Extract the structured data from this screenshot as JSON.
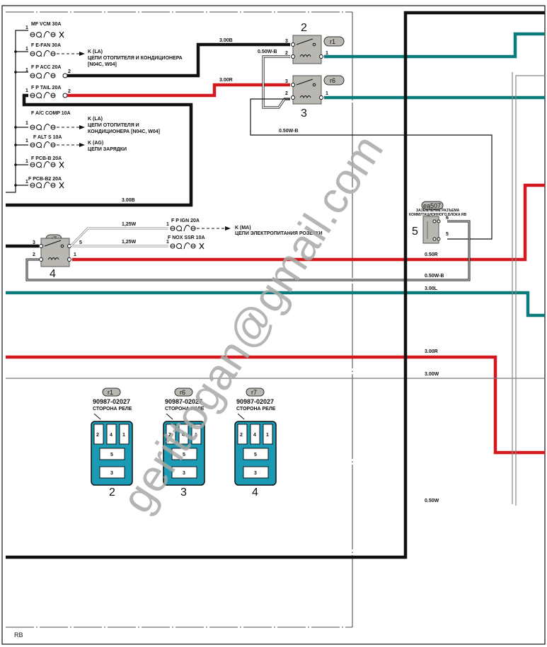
{
  "page": {
    "section_code": "RB",
    "watermark": "gerittogan@gmail.com"
  },
  "colors": {
    "wire_black": "#111111",
    "wire_red": "#d4181f",
    "wire_teal": "#0a7b7a",
    "wire_white": "#ffffff",
    "relay_body": "#b9b7b1",
    "connector_fill": "#1a9ab5",
    "watermark": "#a8aaa6"
  },
  "fuses": [
    {
      "name": "MF VCM 30A",
      "pin": "1",
      "end": "X",
      "target_code": "",
      "target_desc": ""
    },
    {
      "name": "F E-FAN 30A",
      "pin": "1",
      "end": "arrow",
      "target_code": "K (LA)",
      "target_desc": "ЦЕПИ ОТОПИТЕЛЯ И КОНДИЦИОНЕРА",
      "target_desc2": "[N04C, W04]"
    },
    {
      "name": "F P ACC 20A",
      "pin": "1",
      "pin_out": "2",
      "end": "wire"
    },
    {
      "name": "F P TAIL 20A",
      "pin": "1",
      "pin_out": "2",
      "end": "wire"
    },
    {
      "name": "F A/C COMP 10A",
      "pin": "1",
      "end": "arrow",
      "target_code": "K (LA)",
      "target_desc": "ЦЕПИ ОТОПИТЕЛЯ И",
      "target_desc2": "КОНДИЦИОНЕРА [N04C, W04]"
    },
    {
      "name": "F ALT S 10A",
      "pin": "1",
      "end": "arrow",
      "target_code": "K (AG)",
      "target_desc": "ЦЕПИ ЗАРЯДКИ"
    },
    {
      "name": "F PCB-B 20A",
      "pin": "1",
      "end": "X"
    },
    {
      "name": "F PCB-B2 20A",
      "pin": "1",
      "end": "X"
    },
    {
      "name": "F P IGN 20A",
      "pin": "1",
      "end": "arrow",
      "target_code": "K (MA)",
      "target_desc": "ЦЕПИ ЭЛЕКТРОПИТАНИЯ РОЗЕТКИ"
    },
    {
      "name": "F NOX SSR 10A",
      "pin": "1",
      "end": "X"
    }
  ],
  "relays": [
    {
      "id": "r1",
      "number": "2",
      "pins": [
        "3",
        "2",
        "1"
      ]
    },
    {
      "id": "r6",
      "number": "3",
      "pins": [
        "3",
        "2",
        "1"
      ]
    },
    {
      "id": "r7",
      "number": "4",
      "pins": [
        "3",
        "2",
        "5",
        "1"
      ]
    }
  ],
  "ground": {
    "id": "ea507",
    "number": "5",
    "desc1": "ЗАЗЕМЛЕНИЕ РАЗЪЕМА",
    "desc2": "КОММУТАЦИОННОГО БЛОКА RB",
    "pins": [
      "6",
      "5"
    ]
  },
  "wire_labels": {
    "w_3_00B_top": "3.00B",
    "w_050WB_r1": "0.50W-B",
    "w_3_00R_r6": "3.00R",
    "w_050WB_low": "0.50W-B",
    "w_3_00B_bottom": "3.00B",
    "w_125W_a": "1,25W",
    "w_125W_b": "1,25W",
    "w_050R": "0.50R",
    "w_050WB_right": "0.50W-B",
    "w_300L": "3.00L",
    "w_300R": "3.00R",
    "w_300W": "3.00W",
    "w_050W": "0.50W"
  },
  "connectors": [
    {
      "tag": "r1",
      "part": "90987-02027",
      "side": "СТОРОНА РЕЛЕ",
      "number": "2",
      "cells": [
        "2",
        "4",
        "1",
        "5",
        "3"
      ]
    },
    {
      "tag": "r6",
      "part": "90987-02027",
      "side": "СТОРОНА РЕЛЕ",
      "number": "3",
      "cells": [
        "2",
        "4",
        "1",
        "5",
        "3"
      ]
    },
    {
      "tag": "r7",
      "part": "90987-02027",
      "side": "СТОРОНА РЕЛЕ",
      "number": "4",
      "cells": [
        "2",
        "4",
        "1",
        "5",
        "3"
      ]
    }
  ]
}
